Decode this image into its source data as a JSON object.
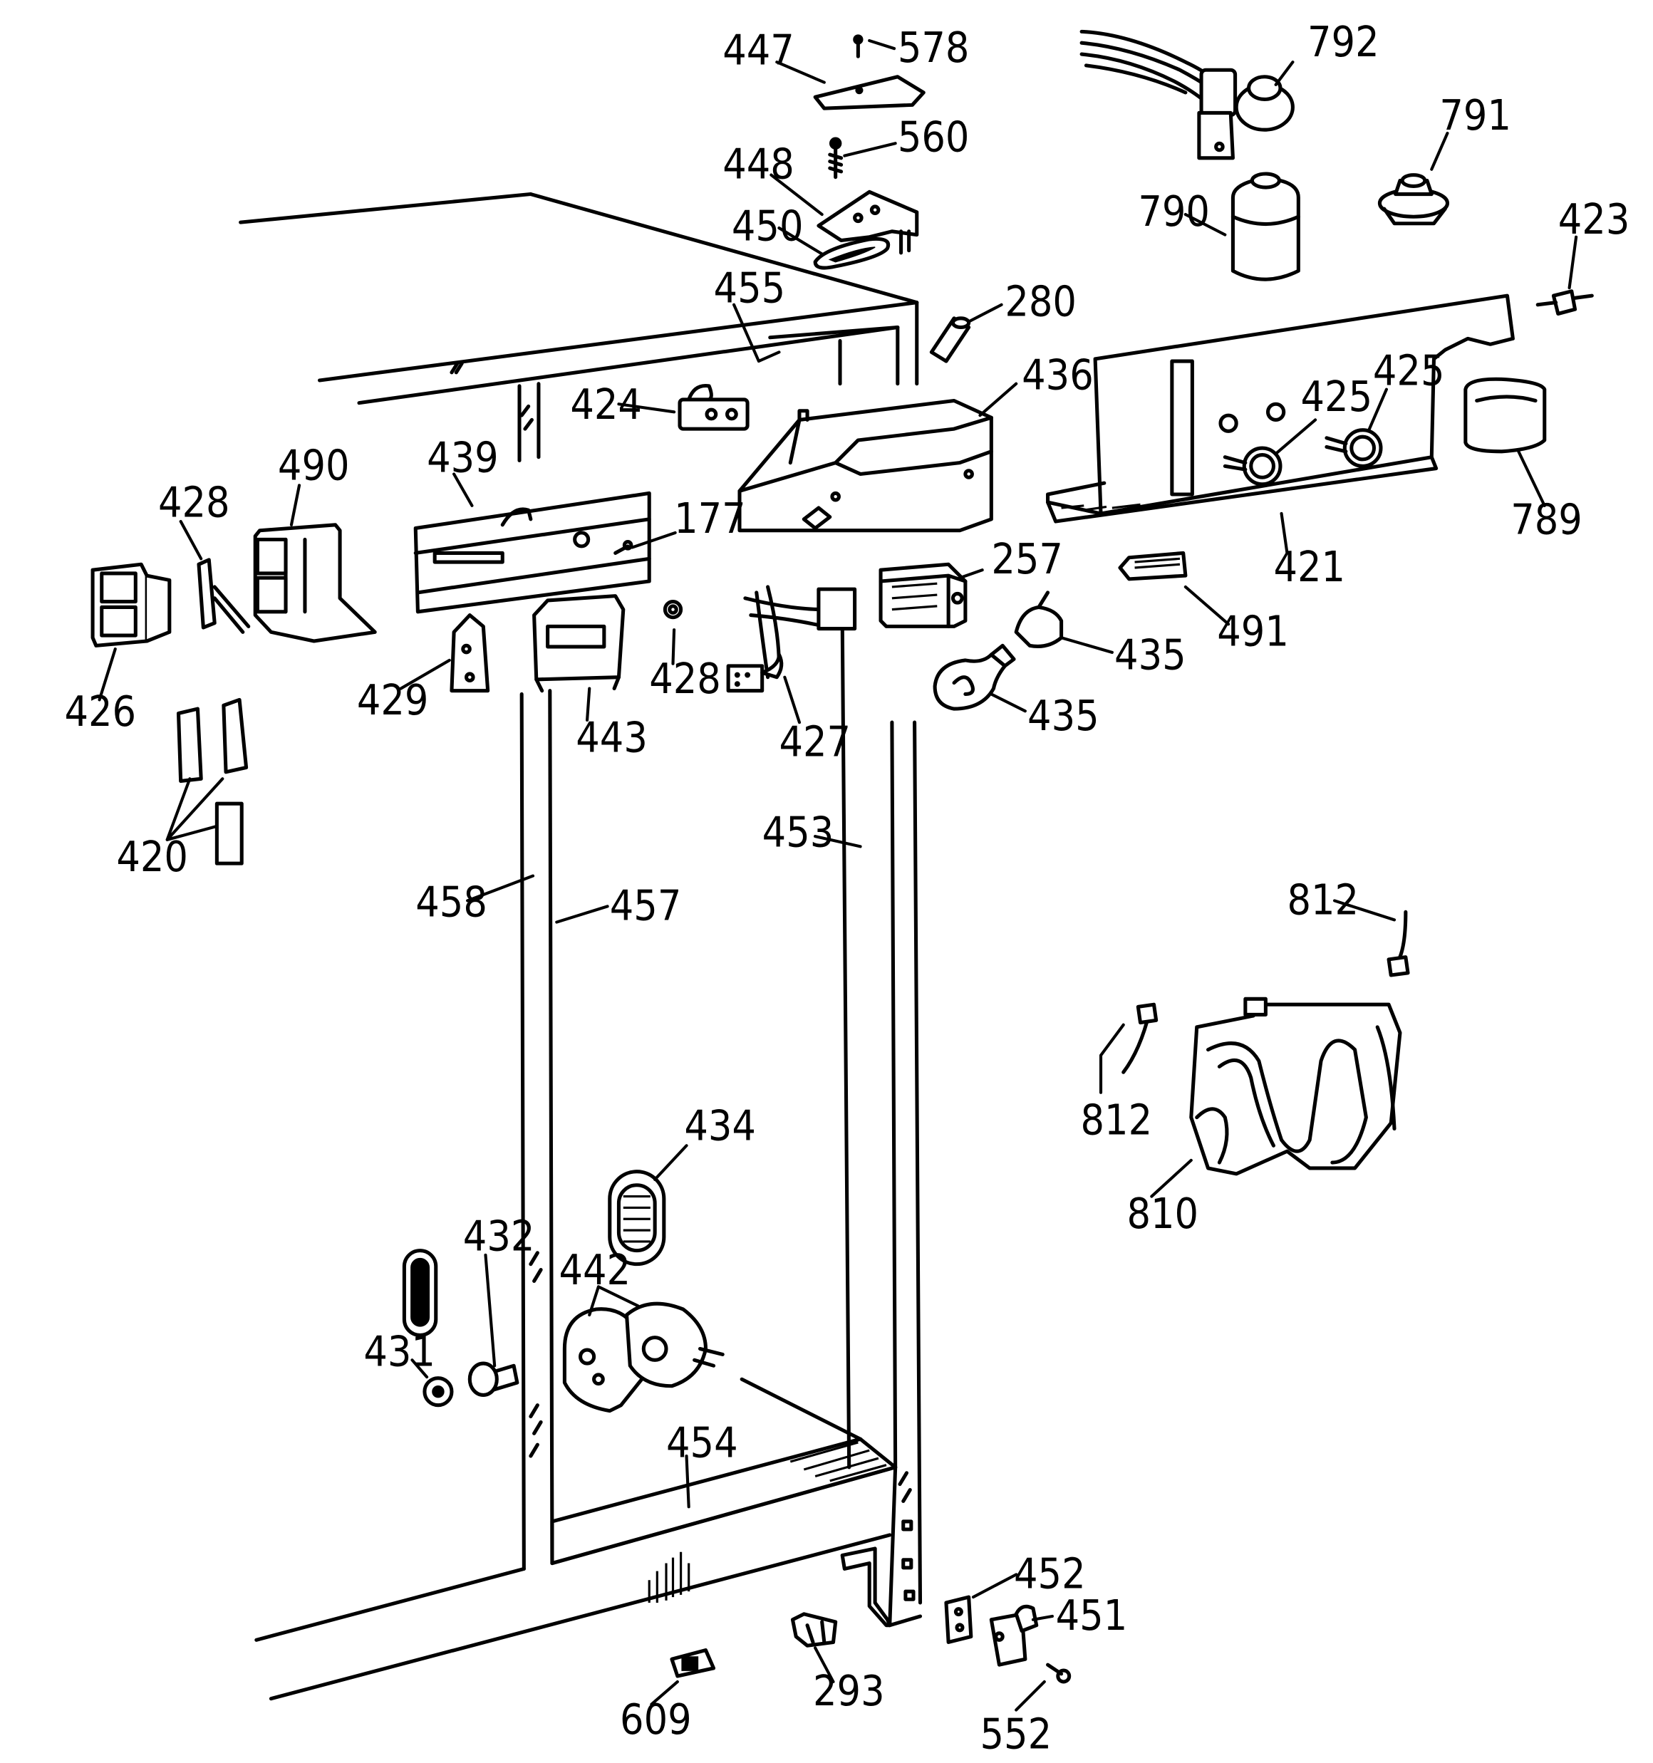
{
  "callouts": [
    {
      "id": "c447",
      "text": "447"
    },
    {
      "id": "c578",
      "text": "578"
    },
    {
      "id": "c792",
      "text": "792"
    },
    {
      "id": "c560",
      "text": "560"
    },
    {
      "id": "c791",
      "text": "791"
    },
    {
      "id": "c448",
      "text": "448"
    },
    {
      "id": "c790",
      "text": "790"
    },
    {
      "id": "c450",
      "text": "450"
    },
    {
      "id": "c423",
      "text": "423"
    },
    {
      "id": "c455",
      "text": "455"
    },
    {
      "id": "c280",
      "text": "280"
    },
    {
      "id": "c436",
      "text": "436"
    },
    {
      "id": "c425a",
      "text": "425"
    },
    {
      "id": "c425b",
      "text": "425"
    },
    {
      "id": "c424",
      "text": "424"
    },
    {
      "id": "c490",
      "text": "490"
    },
    {
      "id": "c439",
      "text": "439"
    },
    {
      "id": "c428a",
      "text": "428"
    },
    {
      "id": "c177",
      "text": "177"
    },
    {
      "id": "c789",
      "text": "789"
    },
    {
      "id": "c421",
      "text": "421"
    },
    {
      "id": "c257",
      "text": "257"
    },
    {
      "id": "c491",
      "text": "491"
    },
    {
      "id": "c435a",
      "text": "435"
    },
    {
      "id": "c426",
      "text": "426"
    },
    {
      "id": "c429",
      "text": "429"
    },
    {
      "id": "c428b",
      "text": "428"
    },
    {
      "id": "c443",
      "text": "443"
    },
    {
      "id": "c427",
      "text": "427"
    },
    {
      "id": "c435b",
      "text": "435"
    },
    {
      "id": "c420",
      "text": "420"
    },
    {
      "id": "c453",
      "text": "453"
    },
    {
      "id": "c458",
      "text": "458"
    },
    {
      "id": "c457",
      "text": "457"
    },
    {
      "id": "c812a",
      "text": "812"
    },
    {
      "id": "c812b",
      "text": "812"
    },
    {
      "id": "c434",
      "text": "434"
    },
    {
      "id": "c810",
      "text": "810"
    },
    {
      "id": "c432",
      "text": "432"
    },
    {
      "id": "c442",
      "text": "442"
    },
    {
      "id": "c431",
      "text": "431"
    },
    {
      "id": "c454",
      "text": "454"
    },
    {
      "id": "c452",
      "text": "452"
    },
    {
      "id": "c451",
      "text": "451"
    },
    {
      "id": "c293",
      "text": "293"
    },
    {
      "id": "c609",
      "text": "609"
    },
    {
      "id": "c552",
      "text": "552"
    }
  ]
}
